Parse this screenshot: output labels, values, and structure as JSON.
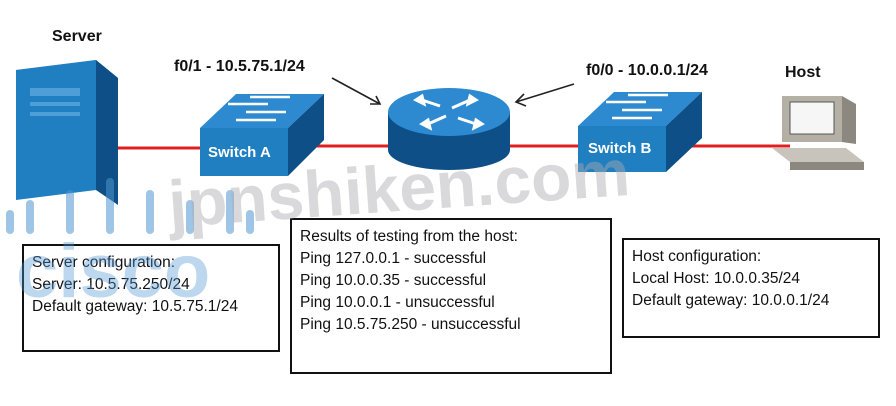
{
  "labels": {
    "server": "Server",
    "host": "Host",
    "f01": "f0/1 - 10.5.75.1/24",
    "f00": "f0/0 - 10.0.0.1/24",
    "switch_a": "Switch A",
    "switch_b": "Switch B"
  },
  "server_config": {
    "title": "Server configuration:",
    "lines": [
      "Server: 10.5.75.250/24",
      "Default gateway: 10.5.75.1/24"
    ]
  },
  "results": {
    "title": "Results of testing from the host:",
    "lines": [
      "Ping 127.0.0.1 - successful",
      "Ping 10.0.0.35 - successful",
      "Ping 10.0.0.1 - unsuccessful",
      "Ping 10.5.75.250 - unsuccessful"
    ]
  },
  "host_config": {
    "title": "Host configuration:",
    "lines": [
      "Local Host: 10.0.0.35/24",
      "Default gateway: 10.0.0.1/24"
    ]
  },
  "watermark": {
    "brand": "cisco",
    "site": "jpnshiken.com"
  },
  "colors": {
    "link": "#e02020",
    "device_blue": "#1f7fc0",
    "device_dark": "#0d4f86"
  }
}
